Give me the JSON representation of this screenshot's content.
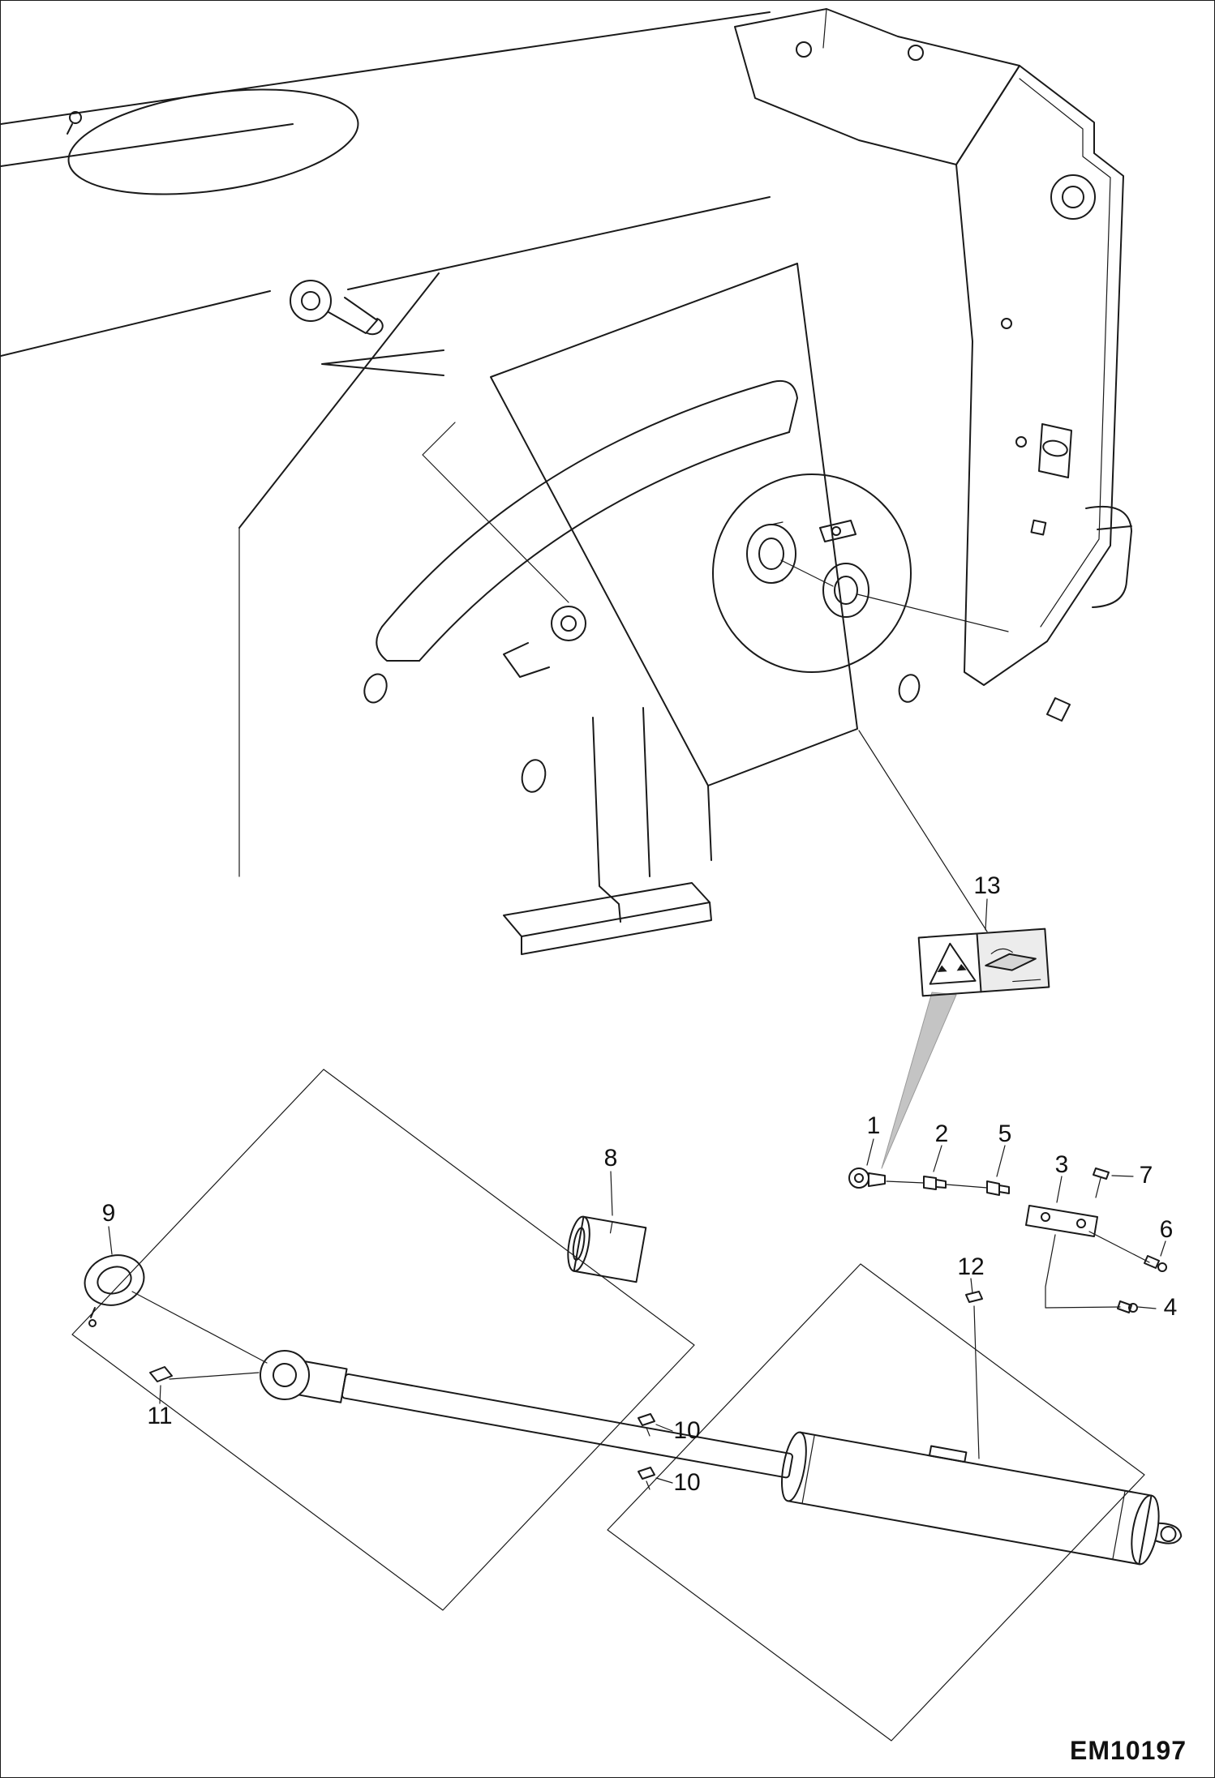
{
  "page": {
    "background": "#ffffff",
    "line_color": "#1a1a1a",
    "drawing_code": "EM10197"
  },
  "callouts": [
    {
      "part": "1"
    },
    {
      "part": "2"
    },
    {
      "part": "3"
    },
    {
      "part": "4"
    },
    {
      "part": "5"
    },
    {
      "part": "6"
    },
    {
      "part": "7"
    },
    {
      "part": "8"
    },
    {
      "part": "9"
    },
    {
      "part": "10"
    },
    {
      "part": "10"
    },
    {
      "part": "11"
    },
    {
      "part": "12"
    },
    {
      "part": "13"
    }
  ],
  "decal": {
    "label": "13",
    "icons": [
      "crush-warning-icon",
      "read-manual-icon"
    ],
    "colors": {
      "shade": "#c4c4c4",
      "panel": "#ececec"
    }
  }
}
